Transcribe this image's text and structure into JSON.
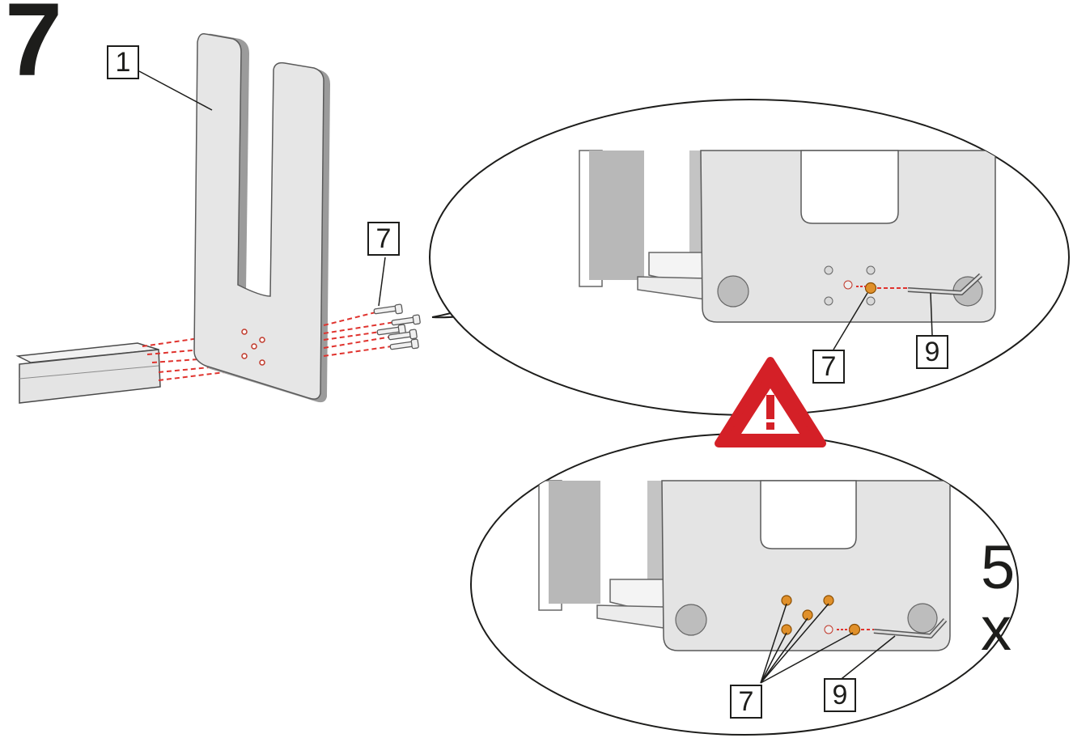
{
  "step": {
    "number": "7"
  },
  "callouts": {
    "part_panel": "1",
    "part_bolts": "7",
    "detail_top_bolt": "7",
    "detail_top_key": "9",
    "detail_bottom_bolts": "7",
    "detail_bottom_key": "9"
  },
  "repeat": {
    "count_label": "5 x"
  },
  "warning": {
    "icon": "warning-triangle-icon",
    "symbol": "!"
  },
  "colors": {
    "ink": "#1d1d1b",
    "panel": "#e6e6e6",
    "panel_edge": "#9a9a9a",
    "guide_line": "#e0332e",
    "bolt_highlight": "#e0902a",
    "warning_red": "#d42027"
  }
}
